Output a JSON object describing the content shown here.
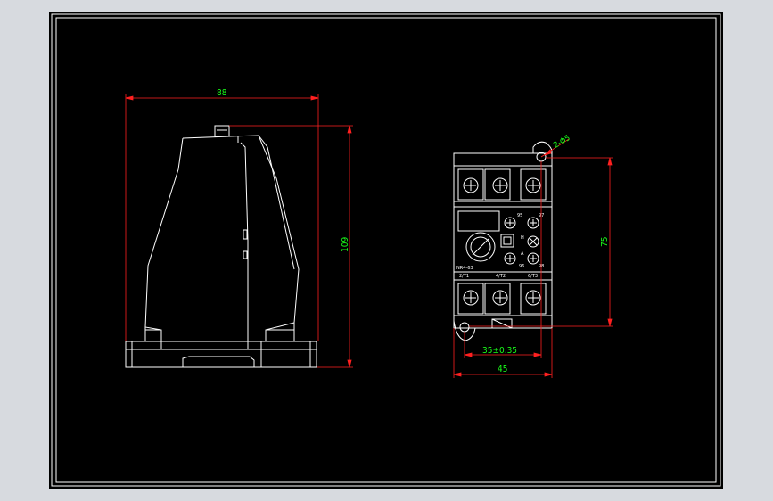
{
  "dimensions": {
    "width_side": "88",
    "height_side": "109",
    "mount_hole": "2-Φ5",
    "height_front": "75",
    "hole_spacing": "35±0.35",
    "width_front": "45"
  },
  "panel_labels": {
    "model": "NR4-63",
    "t1": "2/T1",
    "t2": "4/T2",
    "t3": "6/T3",
    "contact_95": "95",
    "contact_96": "96",
    "contact_97": "97",
    "contact_98": "98",
    "mode_a": "A",
    "mode_h": "H"
  },
  "colors": {
    "background": "#000000",
    "outline": "#ffffff",
    "dimension_line": "#ff2020",
    "dimension_text": "#19ff19"
  }
}
